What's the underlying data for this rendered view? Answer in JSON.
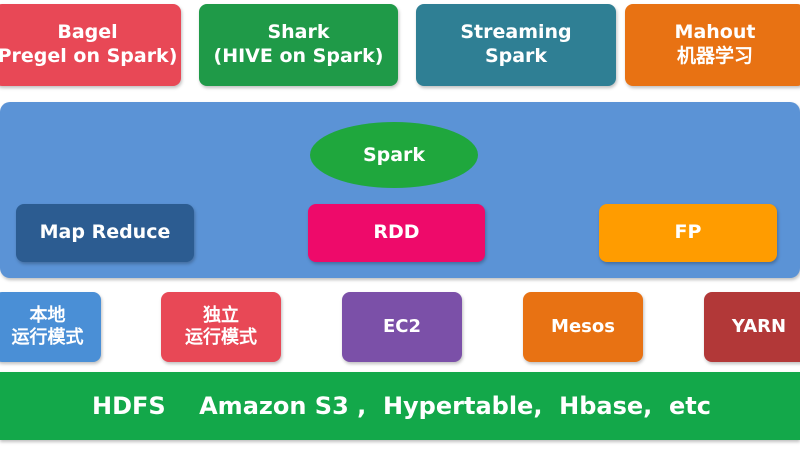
{
  "top_row": {
    "bagel": [
      "Bagel",
      "Pregel on Spark)"
    ],
    "shark": [
      "Shark",
      "(HIVE on Spark)"
    ],
    "streaming": [
      "Streaming",
      "Spark"
    ],
    "mahout": [
      "Mahout",
      "机器学习"
    ]
  },
  "core": {
    "spark": "Spark",
    "map_reduce": "Map Reduce",
    "rdd": "RDD",
    "fp": "FP"
  },
  "runtime": {
    "local": [
      "本地",
      "运行模式"
    ],
    "standalone": [
      "独立",
      "运行模式"
    ],
    "ec2": "EC2",
    "mesos": "Mesos",
    "yarn": "YARN"
  },
  "storage": "HDFS    Amazon S3 ,  Hypertable,  Hbase,  etc",
  "colors": {
    "panel": "#5b93d6",
    "red": "#e84856",
    "green": "#1f9a48",
    "teal": "#2f7f94",
    "orange": "#e87213",
    "spark_ellipse": "#1fa73d",
    "navy": "#2c5c91",
    "pink": "#ee0a6a",
    "amber": "#ff9c00",
    "purple": "#7b50a8",
    "dark_red": "#b23838",
    "storage_green": "#13a84a"
  }
}
